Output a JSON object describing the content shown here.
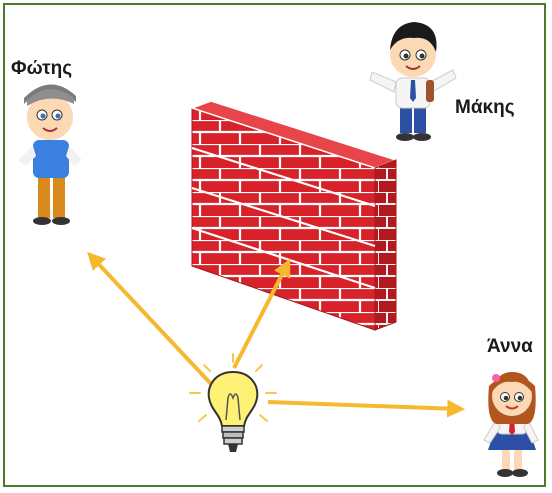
{
  "characters": {
    "fotis": "Φώτης",
    "makis": "Μάκης",
    "anna": "Άννα"
  },
  "colors": {
    "frame": "#4d7a2a",
    "arrow": "#f5b82e",
    "brick": "#d8222a",
    "mortar": "#ffffff"
  },
  "icons": [
    "light-bulb-icon",
    "brick-wall",
    "boy-fotis",
    "boy-makis",
    "girl-anna"
  ]
}
